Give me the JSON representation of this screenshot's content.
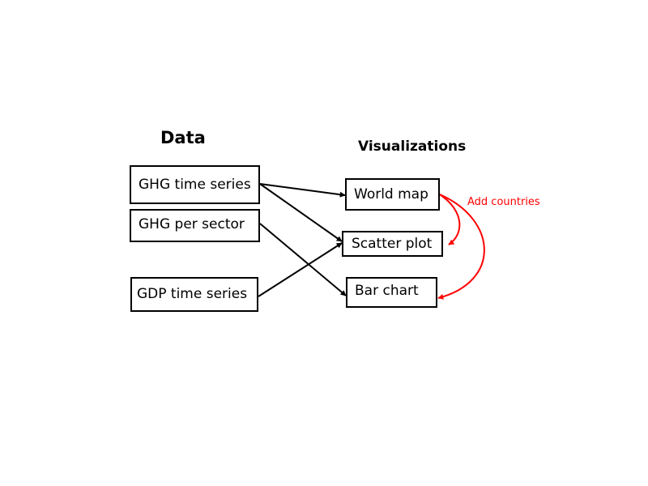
{
  "headings": {
    "data": "Data",
    "visualizations": "Visualizations"
  },
  "data_sources": [
    {
      "label": "GHG time series"
    },
    {
      "label": "GHG per sector"
    },
    {
      "label": "GDP time series"
    }
  ],
  "visualizations": [
    {
      "label": "World map"
    },
    {
      "label": "Scatter plot"
    },
    {
      "label": "Bar chart"
    }
  ],
  "connections": [
    {
      "from": "GHG time series",
      "to": "World map"
    },
    {
      "from": "GHG time series",
      "to": "Scatter plot"
    },
    {
      "from": "GHG per sector",
      "to": "Bar chart"
    },
    {
      "from": "GDP time series",
      "to": "Scatter plot"
    }
  ],
  "interactions": [
    {
      "from": "World map",
      "to": "Scatter plot"
    },
    {
      "from": "World map",
      "to": "Bar chart"
    }
  ],
  "annotation": {
    "label": "Add countries",
    "color": "#ff0000"
  },
  "colors": {
    "connector": "#000000",
    "interaction": "#ff0000",
    "node_border": "#000000",
    "background": "#ffffff"
  }
}
